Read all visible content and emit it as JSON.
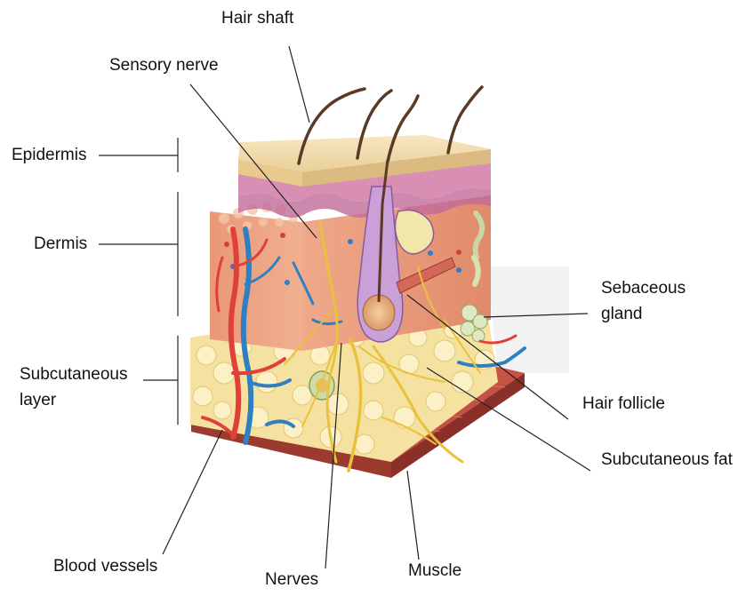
{
  "labels": {
    "hair_shaft": "Hair shaft",
    "sensory_nerve": "Sensory nerve",
    "epidermis": "Epidermis",
    "dermis": "Dermis",
    "subcutaneous_layer_line1": "Subcutaneous",
    "subcutaneous_layer_line2": "layer",
    "sebaceous_gland_line1": "Sebaceous",
    "sebaceous_gland_line2": "gland",
    "hair_follicle": "Hair follicle",
    "subcutaneous_fat": "Subcutaneous fat",
    "blood_vessels": "Blood vessels",
    "nerves": "Nerves",
    "muscle": "Muscle"
  },
  "colors": {
    "epidermis_top": "#f2dcb0",
    "epidermis_pink": "#d98fb3",
    "dermis": "#eba182",
    "dermis_dark": "#d9805f",
    "fat": "#f7e7a0",
    "fat_dark": "#e8cf6e",
    "muscle": "#d65a4a",
    "muscle_dark": "#a83a30",
    "artery": "#e0403a",
    "vein": "#2f7fc1",
    "nerve": "#e8c23a",
    "hair": "#5a3a24",
    "follicle": "#c9a0d8",
    "leader_line": "#222222"
  }
}
